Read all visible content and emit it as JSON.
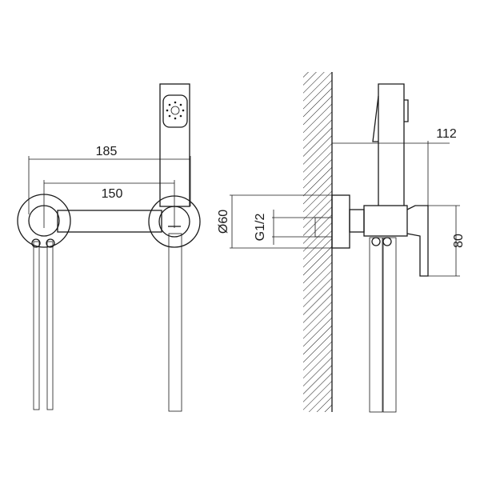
{
  "drawing": {
    "front_view": {
      "dim_overall_width": "185",
      "dim_center_distance": "150"
    },
    "side_view": {
      "dim_projection": "112",
      "dim_flange_diameter": "Ø60",
      "dim_thread": "G1/2",
      "dim_height": "80"
    }
  },
  "colors": {
    "line": "#1a1a1a",
    "background": "#ffffff"
  }
}
